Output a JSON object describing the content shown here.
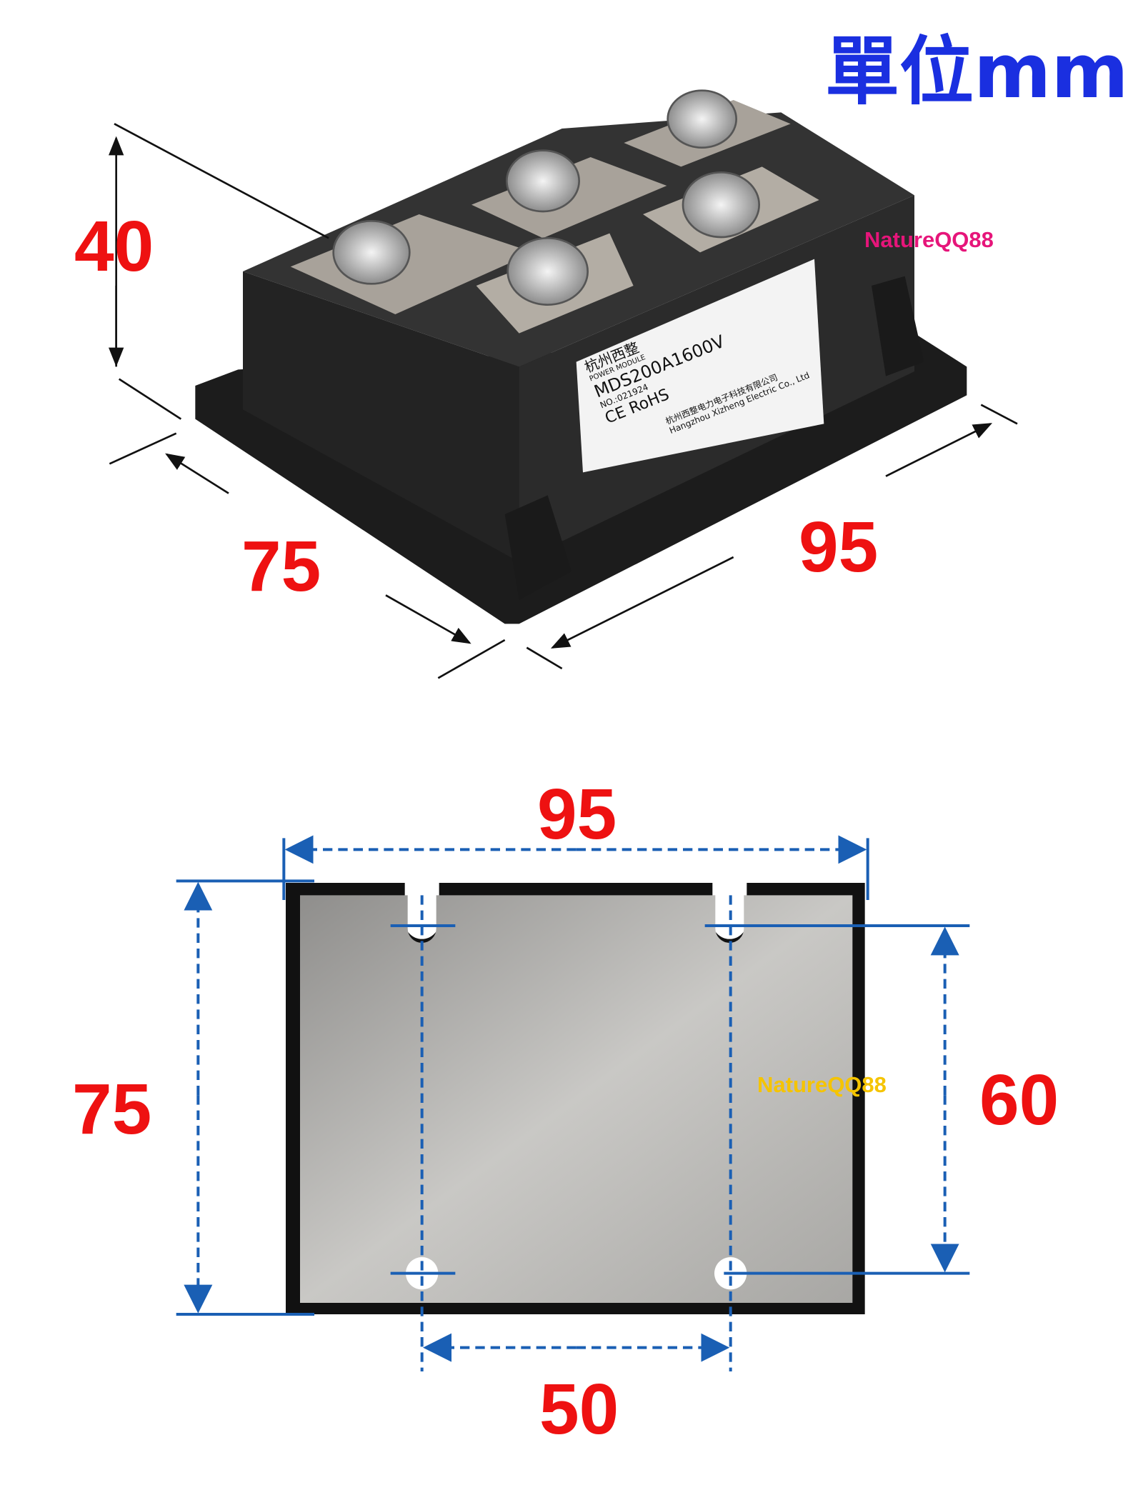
{
  "unit_title": "單位mm",
  "watermark": "NatureQQ88",
  "colors": {
    "dimension": "#ee1111",
    "unit": "#1a2fe0",
    "watermark_top": "#e6157a",
    "watermark_bottom": "#f5c400",
    "dim_line": "#1a5fb4"
  },
  "iso_view": {
    "height": "40",
    "depth": "75",
    "width": "95"
  },
  "bottom_view": {
    "width": "95",
    "height": "75",
    "hole_spacing_y": "60",
    "hole_spacing_x": "50"
  },
  "product_label": {
    "brand": "杭州西整",
    "type": "POWER MODULE",
    "model": "MDS200A1600V",
    "serial": "NO.:021924",
    "marks": "CE RoHS",
    "company_cn": "杭州西整电力电子科技有限公司",
    "company_en": "Hangzhou Xizheng Electric Co., Ltd"
  }
}
